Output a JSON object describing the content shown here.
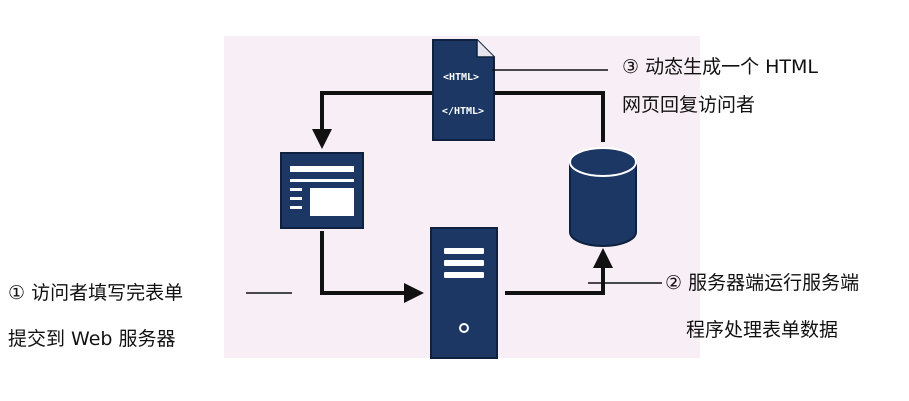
{
  "colors": {
    "background": "#ffffff",
    "panel": "#f7eff5",
    "node_fill": "#1c3764",
    "node_stroke": "#0f213e",
    "connector": "#111111"
  },
  "nodes": {
    "html_doc": {
      "icon": "html-document-icon",
      "open_tag": "<HTML>",
      "close_tag": "</HTML>"
    },
    "browser": {
      "icon": "browser-window-icon"
    },
    "server": {
      "icon": "server-tower-icon"
    },
    "database": {
      "icon": "database-cylinder-icon"
    }
  },
  "steps": {
    "step1": {
      "line1": "① 访问者填写完表单",
      "line2": "提交到 Web 服务器"
    },
    "step2": {
      "line1": "② 服务器端运行服务端",
      "line2": "程序处理表单数据"
    },
    "step3": {
      "line1": "③ 动态生成一个 HTML",
      "line2": "网页回复访问者"
    }
  }
}
